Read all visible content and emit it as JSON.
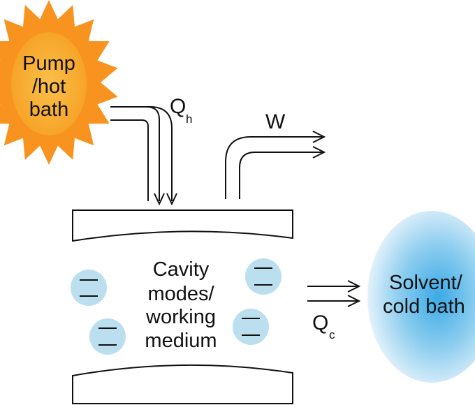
{
  "pump": {
    "line1": "Pump",
    "line2": "/hot",
    "line3": "bath"
  },
  "heat_in": {
    "main": "Q",
    "sub": "h"
  },
  "work": {
    "label": "W"
  },
  "heat_out": {
    "main": "Q",
    "sub": "c"
  },
  "cavity": {
    "line1": "Cavity",
    "line2": "modes/",
    "line3": "working",
    "line4": "medium"
  },
  "solvent": {
    "line1": "Solvent/",
    "line2": "cold bath"
  },
  "colors": {
    "sun_outer": "#f7931e",
    "sun_inner": "#fbb03b",
    "disk_fill": "#bcdff0",
    "bath_center": "#4fb3e8",
    "bath_edge": "#d6ecf8",
    "ink": "#111111"
  }
}
